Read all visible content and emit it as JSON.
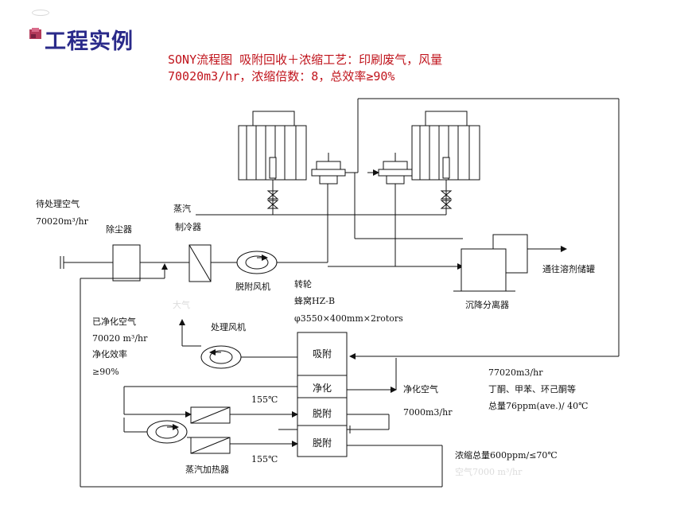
{
  "header": {
    "title": "工程实例",
    "subtitle": "SONY流程图        吸附回收＋浓缩工艺：印刷废气，风量70020m3/hr，浓缩倍数：8，总效率≥90%"
  },
  "labels": {
    "inlet_air": "待处理空气",
    "inlet_flow": "70020m³/hr",
    "dust_collector": "除尘器",
    "steam": "蒸汽",
    "chiller": "制冷器",
    "desorb_fan": "脱附风机",
    "rotor": "转轮",
    "rotor_type": "蜂窝HZ-B",
    "rotor_size": "φ3550×400mm×2rotors",
    "settling_separator": "沉降分离器",
    "to_solvent_tank": "通往溶剂储罐",
    "atmosphere": "大气",
    "process_fan": "处理风机",
    "cleaned_air": "已净化空气",
    "cleaned_flow": "70020 m³/hr",
    "cleaning_efficiency": "净化效率",
    "efficiency_value": "≥90%",
    "temp_1": "155℃",
    "temp_2": "155℃",
    "steam_heater": "蒸汽加热器",
    "clean_air": "净化空气",
    "clean_air_flow": "7000m3/hr",
    "right_flow": "77020m3/hr",
    "solvents": "丁酮、甲苯、环己酮等",
    "total_amount": "总量76ppm(ave.)/ 40℃",
    "concentrate": "浓缩总量600ppm/≤70℃",
    "air_7000": "空气7000 m³/hr"
  },
  "rotor_zones": {
    "adsorb": "吸附",
    "purify": "净化",
    "desorb_1": "脱附",
    "desorb_2": "脱附"
  }
}
